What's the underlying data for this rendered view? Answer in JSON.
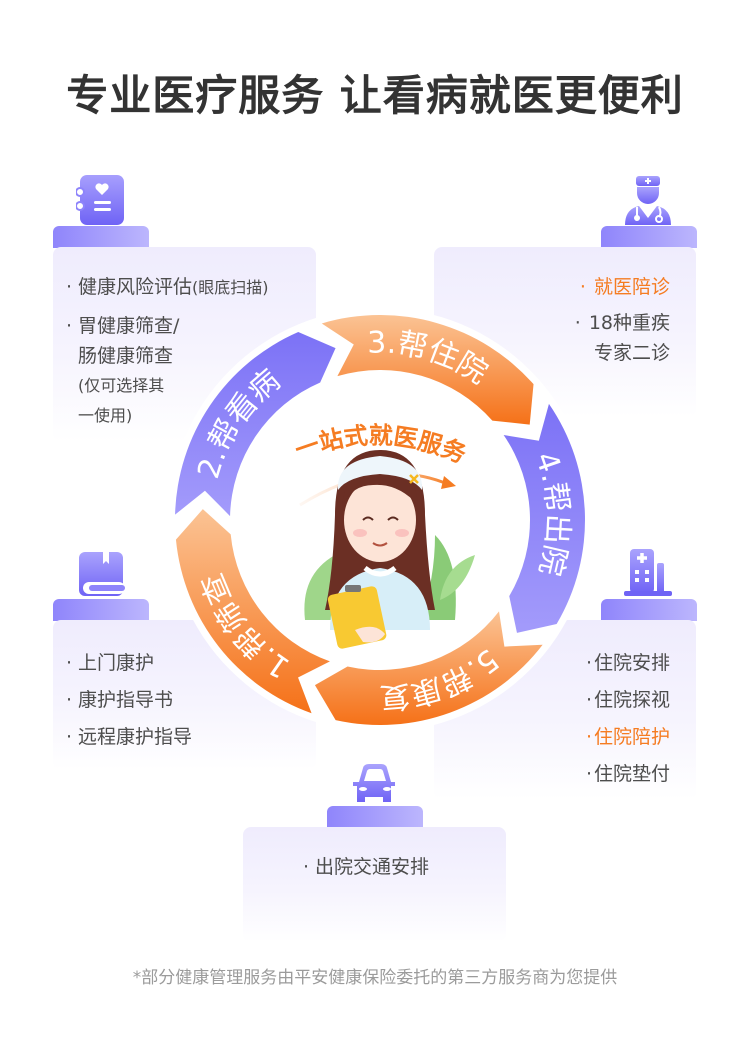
{
  "title": "专业医疗服务 让看病就医更便利",
  "center_label": "一站式就医服务",
  "colors": {
    "orange": "#f57c22",
    "purple": "#857cf7",
    "card_tab": "#8f85fb",
    "text": "#4d4d4d",
    "title": "#333333"
  },
  "steps": [
    {
      "label": "1.帮筛查",
      "color": "orange"
    },
    {
      "label": "2.帮看病",
      "color": "purple"
    },
    {
      "label": "3.帮住院",
      "color": "orange"
    },
    {
      "label": "4.帮出院",
      "color": "purple"
    },
    {
      "label": "5.帮康复",
      "color": "orange"
    }
  ],
  "cards": {
    "screening": {
      "icon": "health-notebook-icon",
      "items": [
        {
          "text": "健康风险评估",
          "sub": "(眼底扫描)",
          "highlight": false
        },
        {
          "text": "胃健康筛查/",
          "cont": "肠健康筛查",
          "sub": "(仅可选择其",
          "sub2": "一使用)",
          "highlight": false
        }
      ]
    },
    "doctor": {
      "icon": "doctor-icon",
      "items": [
        {
          "text": "就医陪诊",
          "highlight": true
        },
        {
          "text": "18种重疾",
          "cont": "专家二诊",
          "highlight": false
        }
      ]
    },
    "hospital": {
      "icon": "hospital-building-icon",
      "items": [
        {
          "text": "住院安排",
          "highlight": false
        },
        {
          "text": "住院探视",
          "highlight": false
        },
        {
          "text": "住院陪护",
          "highlight": true
        },
        {
          "text": "住院垫付",
          "highlight": false
        }
      ]
    },
    "rehab": {
      "icon": "book-icon",
      "items": [
        {
          "text": "上门康护",
          "highlight": false
        },
        {
          "text": "康护指导书",
          "highlight": false
        },
        {
          "text": "远程康护指导",
          "highlight": false
        }
      ]
    },
    "discharge": {
      "icon": "car-icon",
      "items": [
        {
          "text": "出院交通安排",
          "highlight": false
        }
      ]
    }
  },
  "footer": "*部分健康管理服务由平安健康保险委托的第三方服务商为您提供"
}
